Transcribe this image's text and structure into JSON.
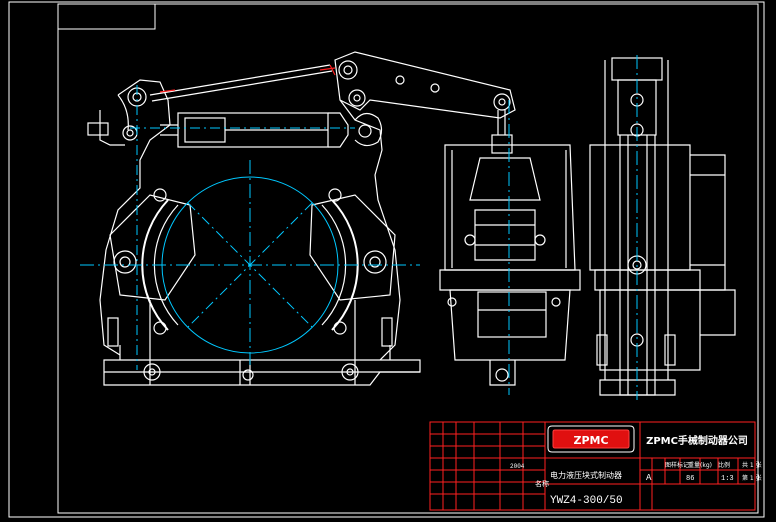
{
  "title_block": {
    "logo_text": "ZPMC",
    "company": "ZPMC手械制动器公司",
    "drawing_name": "电力液压块式制动器",
    "model": "YWZ4-300/50",
    "stage_mark": "A",
    "weight": "86",
    "scale": "1:3",
    "sheet_total": "共 1 张",
    "sheet_number": "第 1 张",
    "date": "2004",
    "header_labels": [
      "图样标记",
      "重量(kg)",
      "比例"
    ],
    "name_label": "名称",
    "sheet_labels": [
      "共",
      "张",
      "第",
      "张"
    ]
  },
  "colors": {
    "background": "#000000",
    "line": "#ffffff",
    "centerline": "#00c8ff",
    "frame": "#ffffff",
    "title_block": "#ff2020",
    "accent": "#ff2020"
  }
}
